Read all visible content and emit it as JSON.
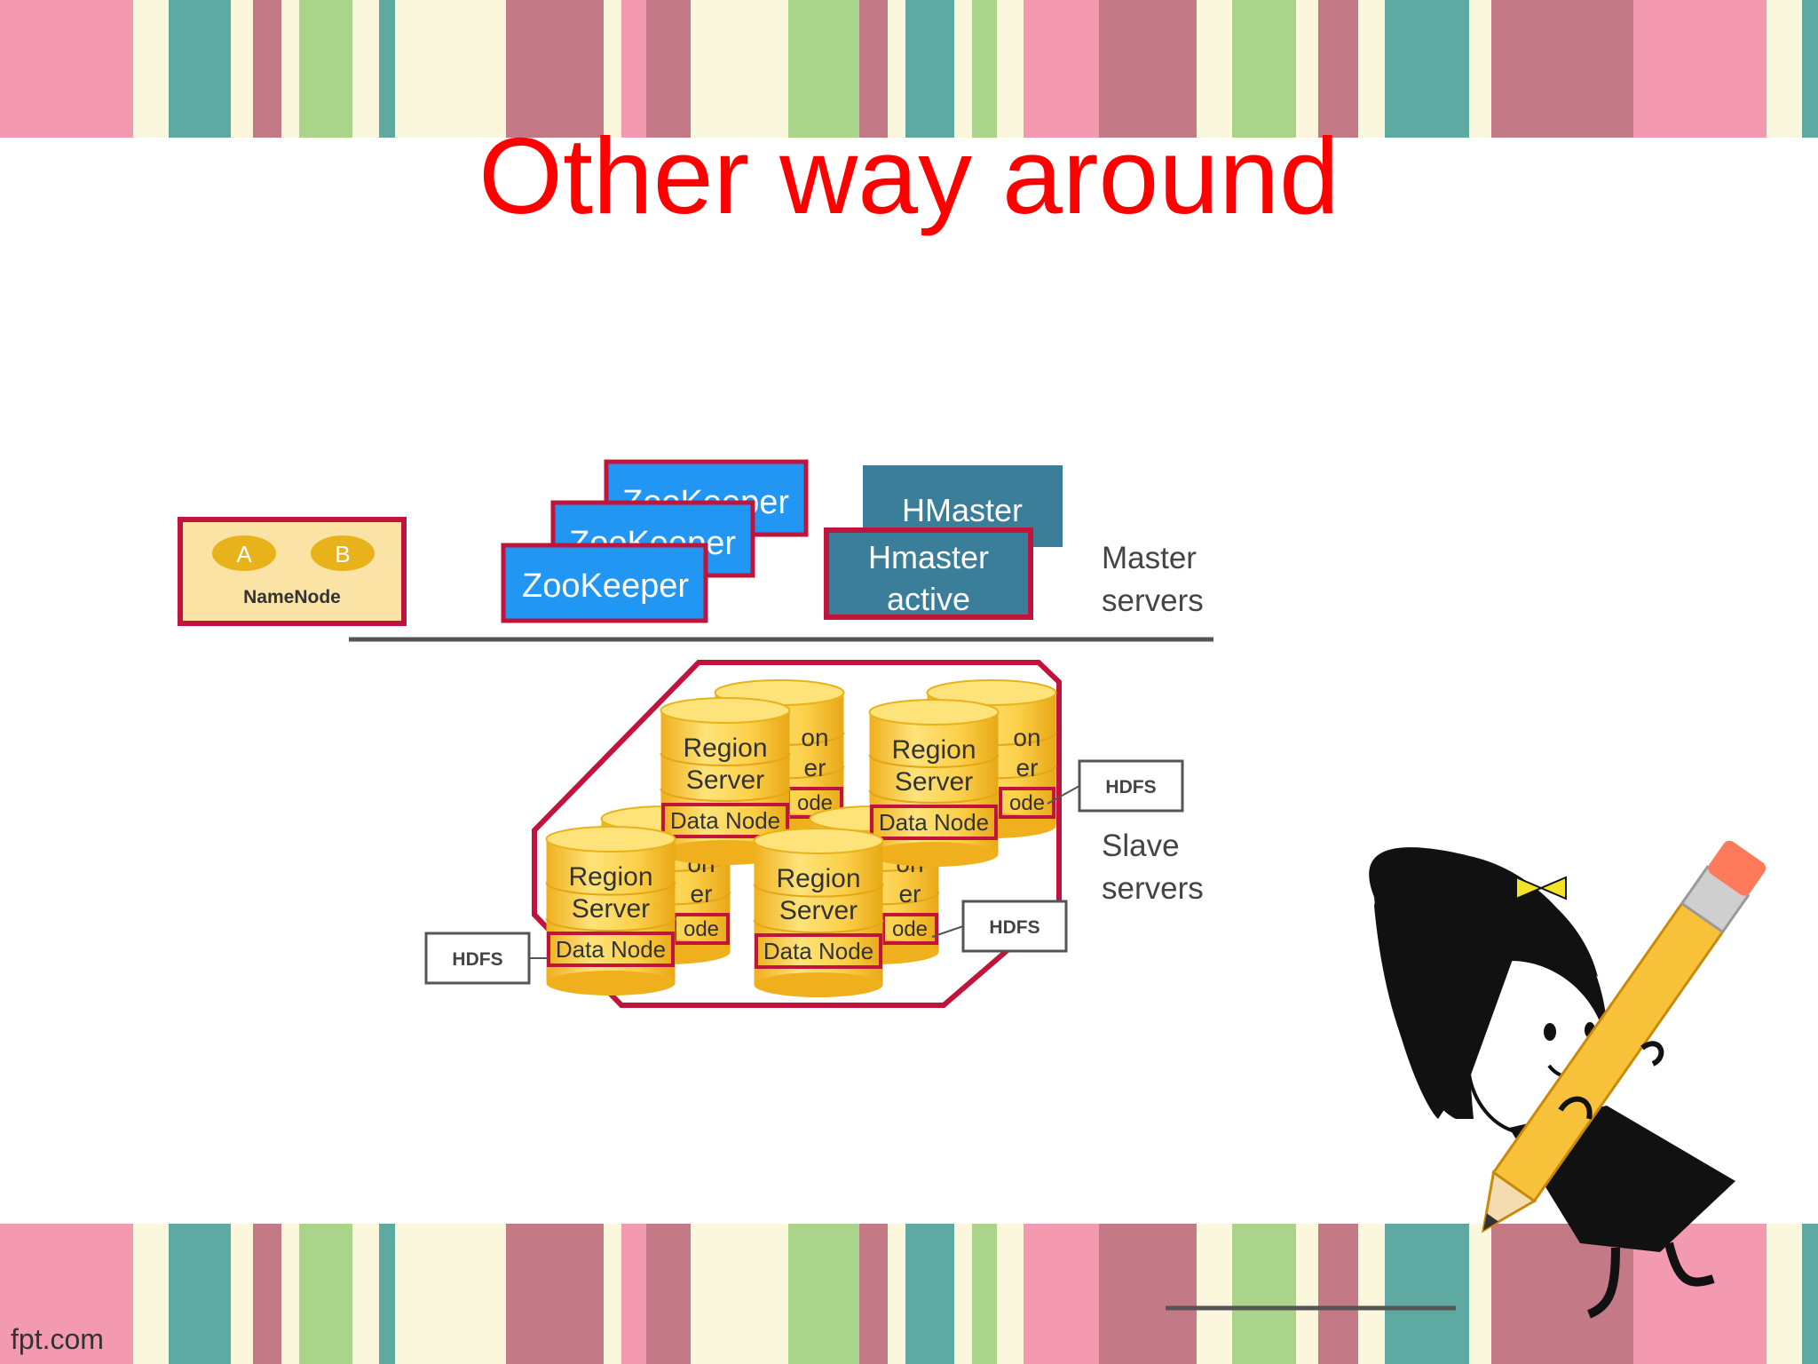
{
  "slide": {
    "title": "Other way around",
    "footer_brand": "fpt.com"
  },
  "diagram": {
    "namenode": {
      "label": "NameNode",
      "nodes": [
        "A",
        "B"
      ]
    },
    "zookeeper": [
      "ZooKeeper",
      "ZooKeeper",
      "ZooKeeper"
    ],
    "hmaster_standby": "HMaster",
    "hmaster_active": [
      "Hmaster",
      "active"
    ],
    "master_label": [
      "Master",
      "servers"
    ],
    "slave_label": [
      "Slave",
      "servers"
    ],
    "region_server": {
      "title": [
        "Region",
        "Server"
      ],
      "data_node": "Data Node",
      "back_fragments": [
        "on",
        "er",
        "ode"
      ]
    },
    "hdfs_tags": [
      "HDFS",
      "HDFS",
      "HDFS"
    ]
  },
  "colors": {
    "title": "#ff0000",
    "zookeeper_fill": "#2196f3",
    "hmaster_fill": "#3b7e9a",
    "frame_red": "#c0143c",
    "cylinder_yellow": "#fdd24a",
    "stripe_pink": "#f49ab0",
    "stripe_rose": "#c47a86",
    "stripe_teal": "#5fa9a3",
    "stripe_green": "#a9d48a",
    "stripe_cream": "#fbf7dc"
  }
}
